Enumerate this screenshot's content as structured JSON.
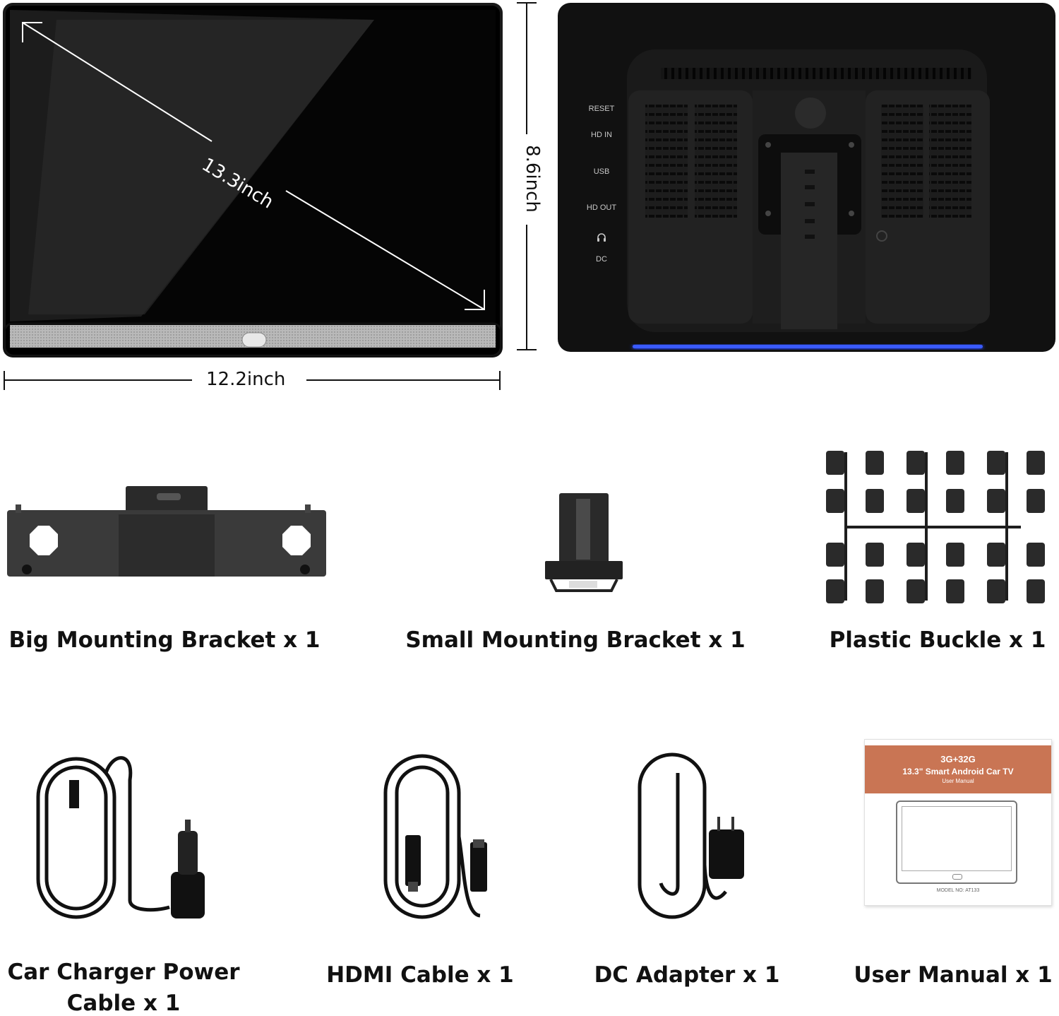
{
  "monitor_front": {
    "diagonal": "13.3inch",
    "height": "8.6inch",
    "width": "12.2inch"
  },
  "monitor_back": {
    "ports": [
      "RESET",
      "HD IN",
      "USB",
      "HD OUT",
      "DC"
    ],
    "headphone_icon": "headphone-icon",
    "led_color": "#2c4bff"
  },
  "accessories": [
    {
      "label": "Big Mounting Bracket x 1"
    },
    {
      "label": "Small Mounting Bracket x 1"
    },
    {
      "label": "Plastic Buckle x 1"
    },
    {
      "label": "Car Charger Power Cable x 1",
      "line1": "Car Charger Power",
      "line2": "Cable x 1"
    },
    {
      "label": "HDMI Cable x 1"
    },
    {
      "label": "DC Adapter x 1"
    },
    {
      "label": "User Manual x 1"
    }
  ],
  "manual_cover": {
    "line1": "3G+32G",
    "line2": "13.3\" Smart Android Car TV",
    "line3": "User Manual",
    "model": "MODEL NO: AT133",
    "accent": "#c97554"
  }
}
